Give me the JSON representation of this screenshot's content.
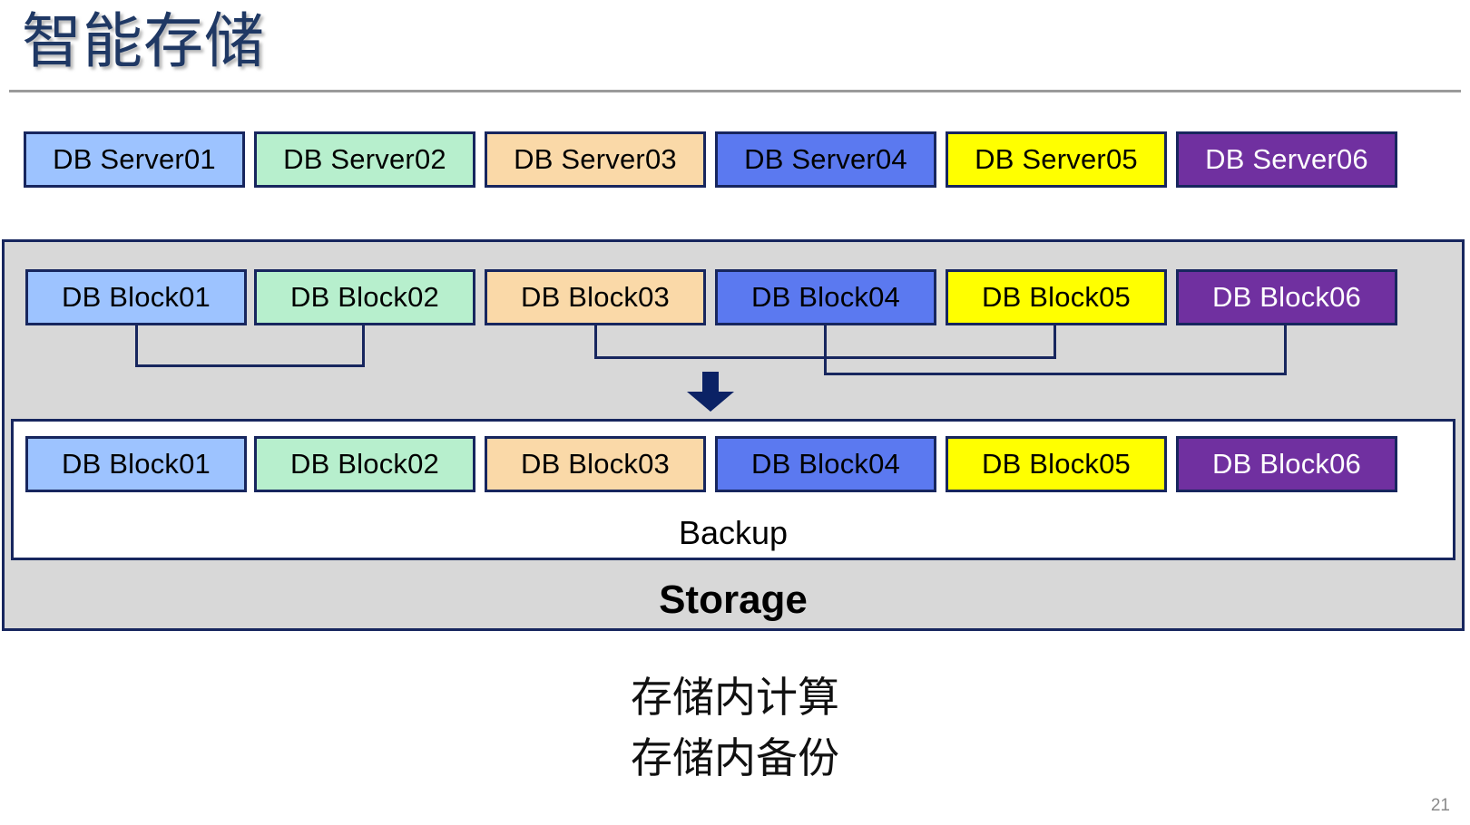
{
  "slide": {
    "title": "智能存储",
    "page_number": "21"
  },
  "colors": {
    "title": "#1F3864",
    "border": "#17265E",
    "panel_bg": "#D8D8D8",
    "backup_bg": "#FFFFFF",
    "blue_light": "#9DC3FF",
    "green_light": "#B7EFCD",
    "orange_light": "#FAD9A8",
    "blue_strong": "#5B79F0",
    "yellow": "#FFFF00",
    "purple": "#7030A0",
    "rule": "#9A9A9A",
    "page_number": "#8A8A8A"
  },
  "server_row": {
    "items": [
      {
        "label": "DB Server01",
        "fill": "#9DC3FF",
        "text": "#000000"
      },
      {
        "label": "DB Server02",
        "fill": "#B7EFCD",
        "text": "#000000"
      },
      {
        "label": "DB Server03",
        "fill": "#FAD9A8",
        "text": "#000000"
      },
      {
        "label": "DB Server04",
        "fill": "#5B79F0",
        "text": "#000000"
      },
      {
        "label": "DB Server05",
        "fill": "#FFFF00",
        "text": "#000000"
      },
      {
        "label": "DB Server06",
        "fill": "#7030A0",
        "text": "#FFFFFF"
      }
    ]
  },
  "storage": {
    "label": "Storage",
    "block_row": {
      "items": [
        {
          "label": "DB Block01",
          "fill": "#9DC3FF",
          "text": "#000000"
        },
        {
          "label": "DB Block02",
          "fill": "#B7EFCD",
          "text": "#000000"
        },
        {
          "label": "DB Block03",
          "fill": "#FAD9A8",
          "text": "#000000"
        },
        {
          "label": "DB Block04",
          "fill": "#5B79F0",
          "text": "#000000"
        },
        {
          "label": "DB Block05",
          "fill": "#FFFF00",
          "text": "#000000"
        },
        {
          "label": "DB Block06",
          "fill": "#7030A0",
          "text": "#FFFFFF"
        }
      ]
    },
    "backup": {
      "label": "Backup",
      "block_row": {
        "items": [
          {
            "label": "DB Block01",
            "fill": "#9DC3FF",
            "text": "#000000"
          },
          {
            "label": "DB Block02",
            "fill": "#B7EFCD",
            "text": "#000000"
          },
          {
            "label": "DB Block03",
            "fill": "#FAD9A8",
            "text": "#000000"
          },
          {
            "label": "DB Block04",
            "fill": "#5B79F0",
            "text": "#000000"
          },
          {
            "label": "DB Block05",
            "fill": "#FFFF00",
            "text": "#000000"
          },
          {
            "label": "DB Block06",
            "fill": "#7030A0",
            "text": "#FFFFFF"
          }
        ]
      }
    }
  },
  "caption": {
    "lines": [
      "存储内计算",
      "存储内备份"
    ]
  }
}
